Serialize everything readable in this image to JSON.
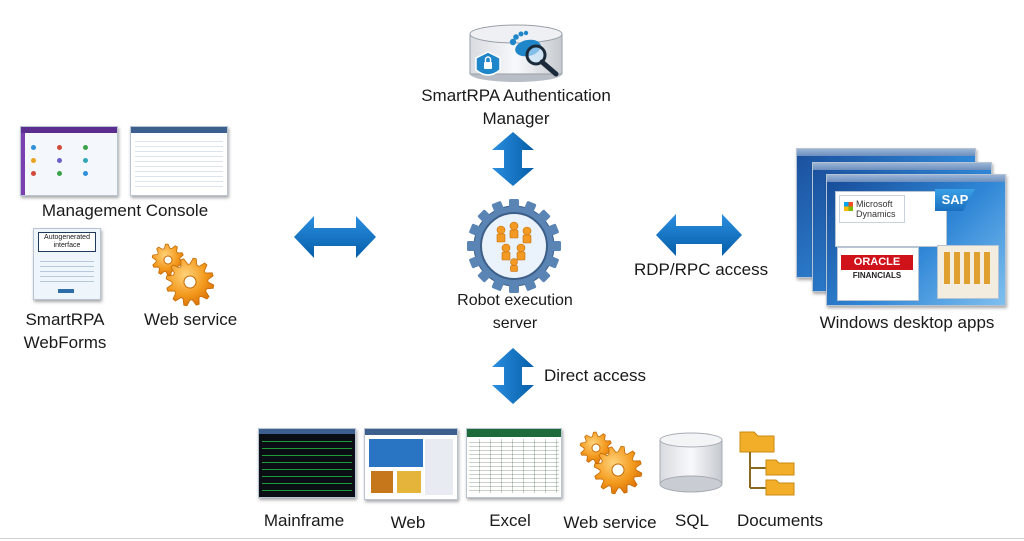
{
  "auth_manager": {
    "label_line1": "SmartRPA Authentication",
    "label_line2": "Manager"
  },
  "robot_server": {
    "label_line1": "Robot execution",
    "label_line2": "server"
  },
  "management_console": {
    "label": "Management Console"
  },
  "webforms": {
    "label_line1": "SmartRPA",
    "label_line2": "WebForms",
    "form_header_line1": "Autogenerated",
    "form_header_line2": "interface"
  },
  "left_web_service": {
    "label": "Web service"
  },
  "rdp_rpc": {
    "label": "RDP/RPC access"
  },
  "windows_apps": {
    "label": "Windows desktop apps",
    "microsoft_line1": "Microsoft",
    "microsoft_line2": "Dynamics",
    "sap": "SAP",
    "oracle_line1": "ORACLE",
    "oracle_line2": "FINANCIALS"
  },
  "direct_access": {
    "label": "Direct access"
  },
  "bottom_items": [
    {
      "label": "Mainframe"
    },
    {
      "label": "Web"
    },
    {
      "label": "Excel"
    },
    {
      "label": "Web service"
    },
    {
      "label": "SQL"
    },
    {
      "label": "Documents"
    }
  ],
  "colors": {
    "arrow": "#0a6fbf",
    "gear_orange": "#f08a17",
    "gear_blue": "#4f79a8",
    "folder": "#f2ae28"
  }
}
